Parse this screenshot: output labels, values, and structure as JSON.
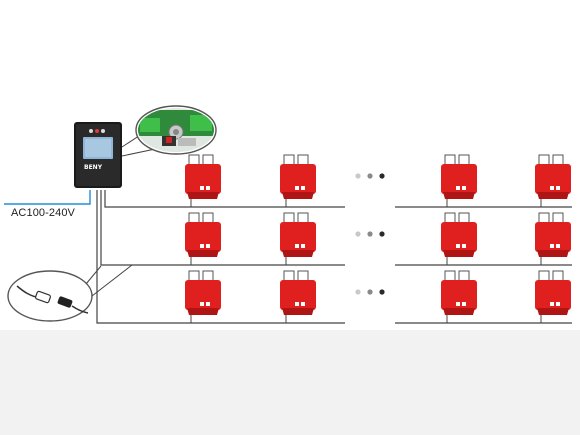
{
  "diagram": {
    "power_label": "AC100-240V",
    "brand_text": "BENY",
    "colors": {
      "background": "#ffffff",
      "lower_band": "#f2f2f2",
      "wire": "#444444",
      "power_wire": "#1f8fd6",
      "optimizer": "#e01f1f",
      "optimizer_dark": "#b01515",
      "gateway_body": "#1a1a1a",
      "screen": "#8fb6d6",
      "pcb": "#2f8a3c",
      "terminal": "#3fbf4a"
    },
    "rows": [
      {
        "left_modules": 2,
        "right_modules": 2,
        "ellipsis": "three-dots"
      },
      {
        "left_modules": 2,
        "right_modules": 2,
        "ellipsis": "three-dots"
      },
      {
        "left_modules": 2,
        "right_modules": 2,
        "ellipsis": "three-dots"
      }
    ],
    "icons": {
      "gateway": "monitoring-gateway-icon",
      "pcb_zoom": "terminal-block-zoom-icon",
      "connector_zoom": "cable-connector-zoom-icon",
      "optimizer": "optimizer-module-icon"
    }
  }
}
